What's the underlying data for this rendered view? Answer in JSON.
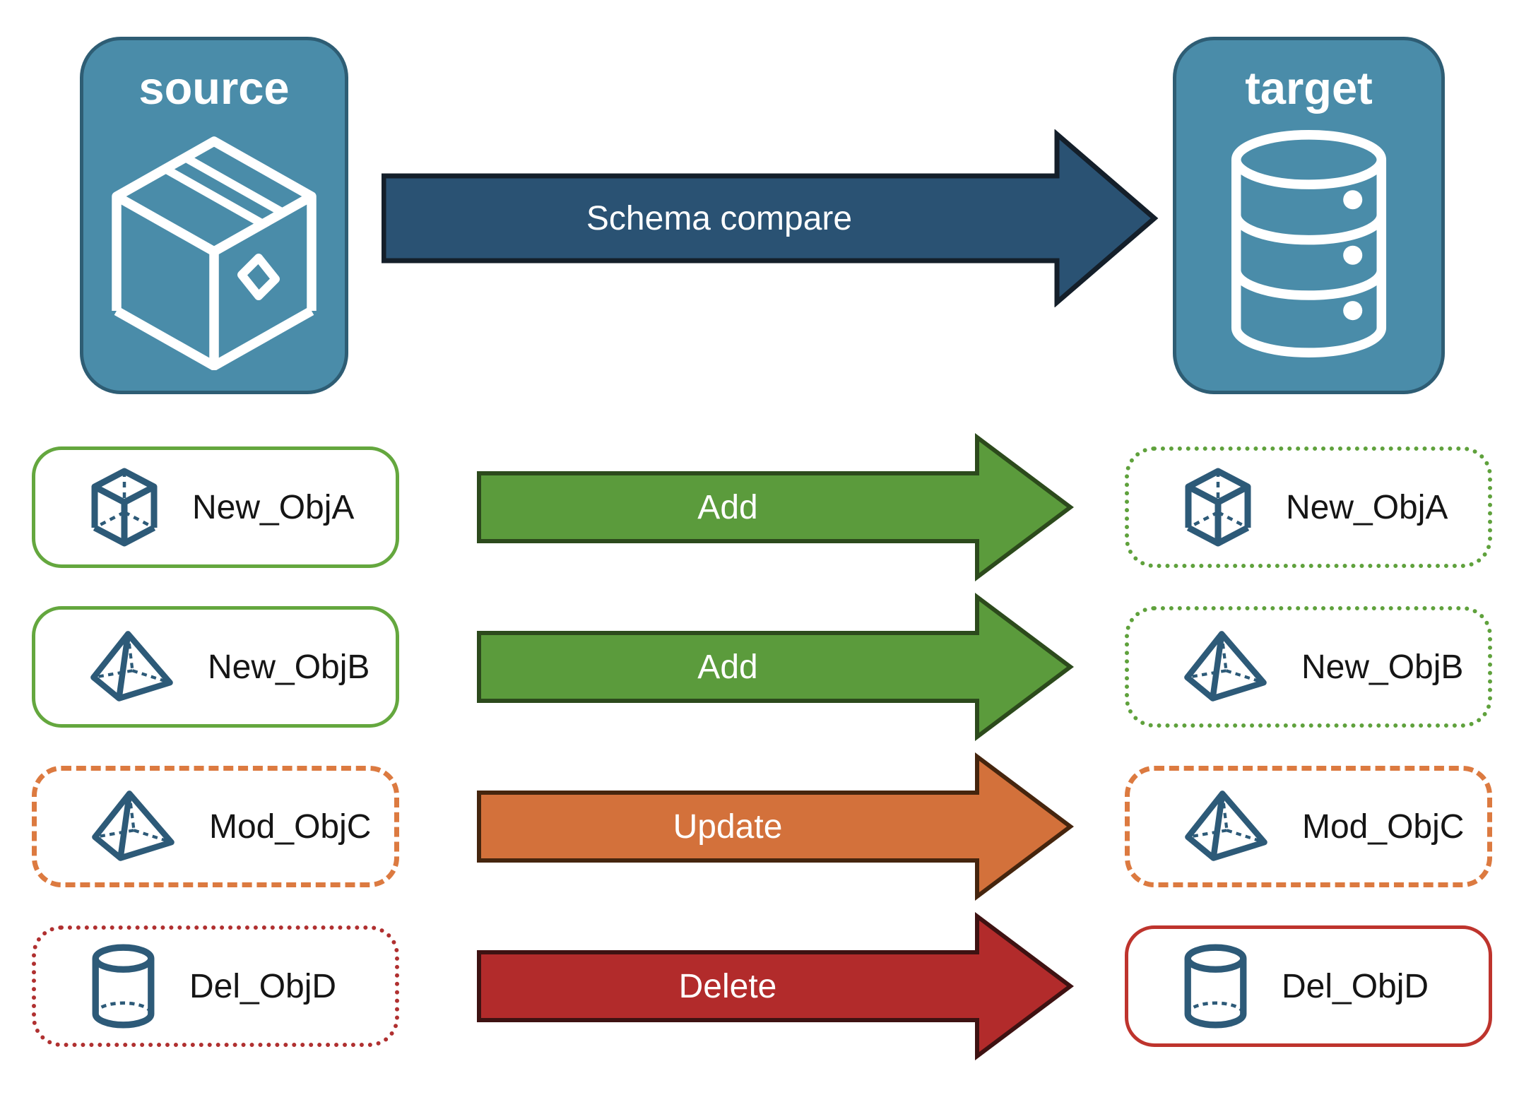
{
  "diagram": {
    "source": {
      "label": "source",
      "icon": "package-box-icon"
    },
    "target": {
      "label": "target",
      "icon": "database-icon"
    },
    "compare_arrow": {
      "label": "Schema compare",
      "color": "#2A5273"
    }
  },
  "rows": [
    {
      "source_object": {
        "label": "New_ObjA",
        "icon": "cube-icon",
        "border_style": "solid-green"
      },
      "action": {
        "label": "Add",
        "color": "#5B9B3C"
      },
      "target_object": {
        "label": "New_ObjA",
        "icon": "cube-icon",
        "border_style": "dotted-green"
      }
    },
    {
      "source_object": {
        "label": "New_ObjB",
        "icon": "pyramid-icon",
        "border_style": "solid-green"
      },
      "action": {
        "label": "Add",
        "color": "#5B9B3C"
      },
      "target_object": {
        "label": "New_ObjB",
        "icon": "pyramid-icon",
        "border_style": "dotted-green"
      }
    },
    {
      "source_object": {
        "label": "Mod_ObjC",
        "icon": "pyramid-icon",
        "border_style": "dashed-orange"
      },
      "action": {
        "label": "Update",
        "color": "#D3713B"
      },
      "target_object": {
        "label": "Mod_ObjC",
        "icon": "pyramid-icon",
        "border_style": "dashed-orange"
      }
    },
    {
      "source_object": {
        "label": "Del_ObjD",
        "icon": "cylinder-icon",
        "border_style": "dotted-red"
      },
      "action": {
        "label": "Delete",
        "color": "#B22B2B"
      },
      "target_object": {
        "label": "Del_ObjD",
        "icon": "cylinder-icon",
        "border_style": "solid-red"
      }
    }
  ],
  "colors": {
    "node_fill": "#4A8CA9",
    "node_border": "#2E5D74",
    "icon_stroke": "#2D5A78",
    "solid_green_border": "#64A73E",
    "dotted_green_border": "#5FA13C",
    "dashed_orange_border": "#DC7A40",
    "dotted_red_border": "#B03030",
    "solid_red_border": "#BE342D"
  }
}
